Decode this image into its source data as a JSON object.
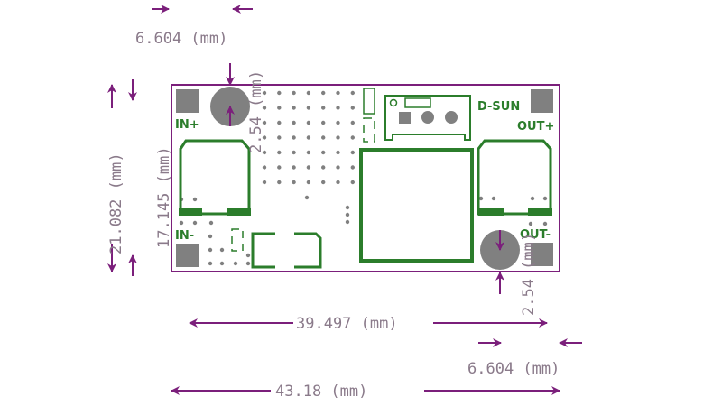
{
  "title": "D-SUN PCB module dimensions",
  "dimensions": {
    "top_pad_spacing": "6.604 (mm)",
    "left_hole_offset": "2.54 (mm)",
    "board_height": "21.082 (mm)",
    "hole_spacing_vertical": "17.145 (mm)",
    "hole_spacing_horizontal": "39.497 (mm)",
    "bottom_pad_spacing": "6.604 (mm)",
    "board_width": "43.18 (mm)",
    "right_hole_offset": "2.54 (mm)"
  },
  "silkscreen": {
    "in_plus": "IN+",
    "in_minus": "IN-",
    "brand": "D-SUN",
    "out_plus": "OUT+",
    "out_minus": "OUT-"
  },
  "colors": {
    "dimension": "#7b1f7b",
    "silkscreen": "#2b7d2b",
    "pad": "#808080",
    "text": "#8a7a8a"
  }
}
